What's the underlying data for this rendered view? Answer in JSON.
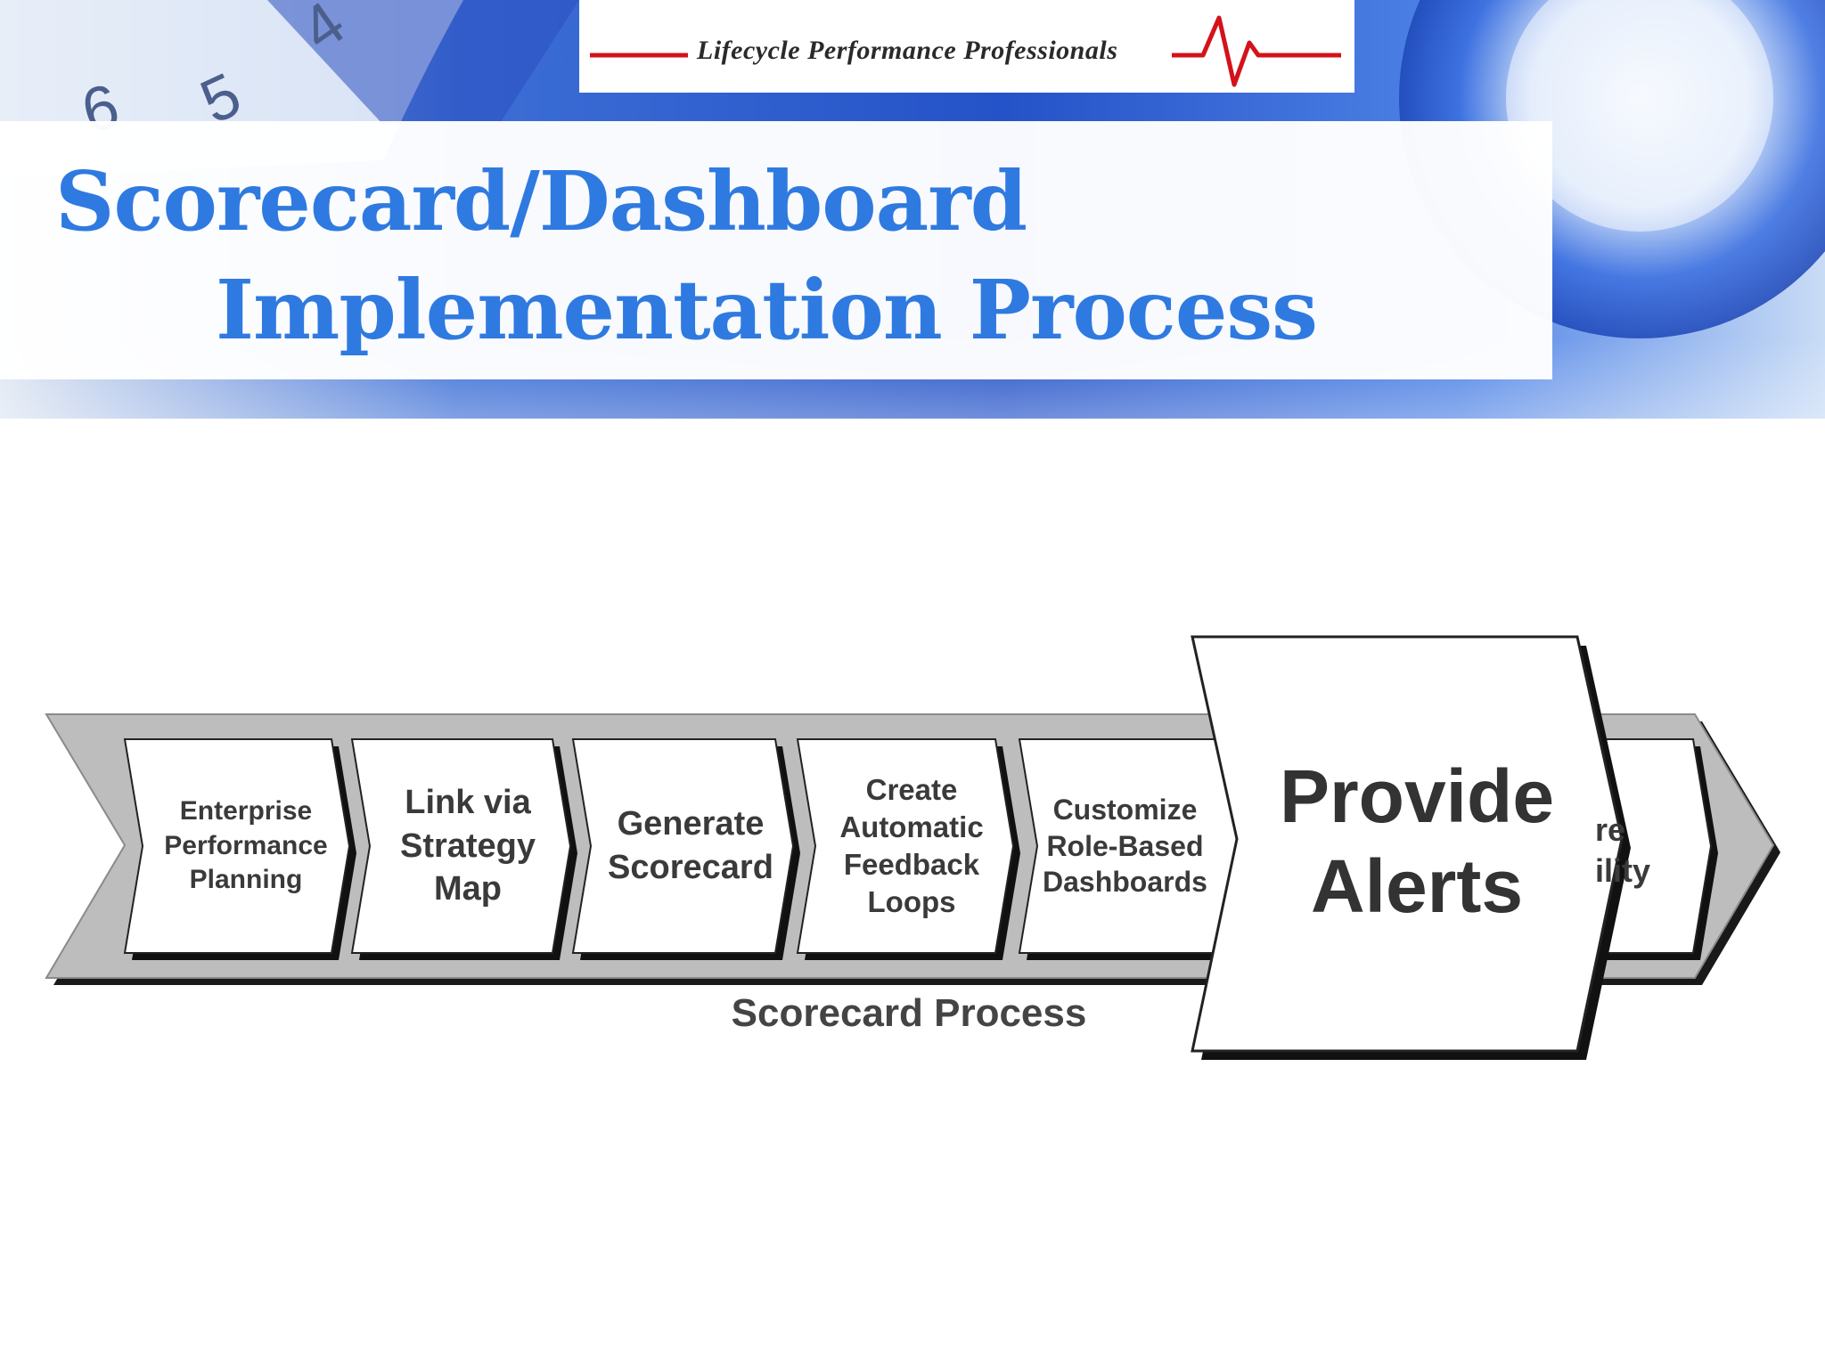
{
  "logo": {
    "text": "Lifecycle Performance Professionals",
    "line_color": "#d4121a"
  },
  "title": {
    "line1": "Scorecard/Dashboard",
    "line2": "Implementation Process",
    "color": "#2f7ae0"
  },
  "diagram": {
    "process_label": "Scorecard Process",
    "steps": [
      {
        "label": "Enterprise\nPerformance\nPlanning"
      },
      {
        "label": "Link via\nStrategy\nMap"
      },
      {
        "label": "Generate\nScorecard"
      },
      {
        "label": "Create\nAutomatic\nFeedback\nLoops"
      },
      {
        "label": "Customize\nRole-Based\nDashboards"
      }
    ],
    "highlighted_step": {
      "label": "Provide\nAlerts"
    },
    "partial_step": {
      "label": "re\nility"
    }
  }
}
